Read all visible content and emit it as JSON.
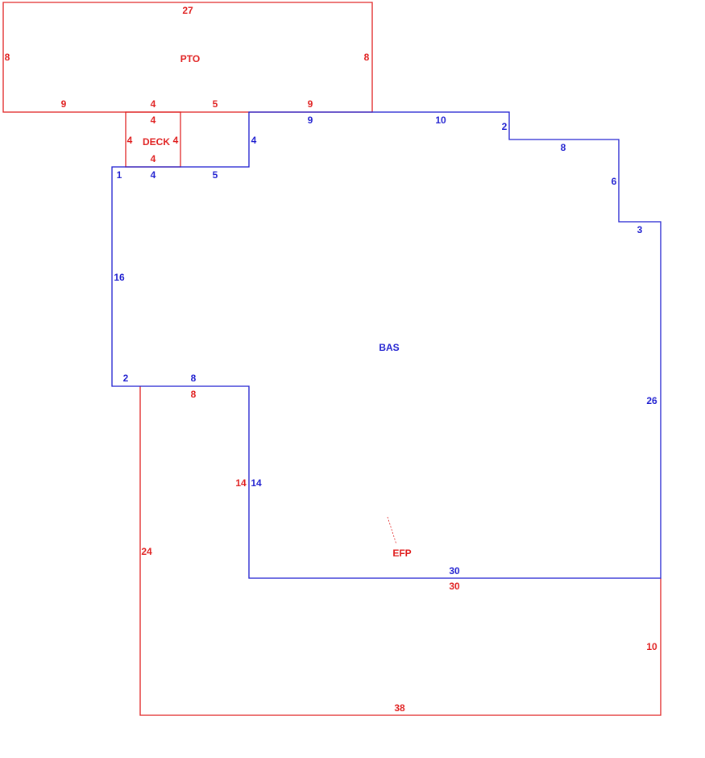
{
  "colors": {
    "red": "#e02020",
    "blue": "#1f1fd0"
  },
  "areas": {
    "pto": {
      "label": "PTO",
      "dims": {
        "top": "27",
        "left": "8",
        "right": "8",
        "bottom_left": "9",
        "bottom_mid": "4",
        "bottom_right_a": "5",
        "bottom_right_b": "9"
      }
    },
    "deck": {
      "label": "DECK",
      "dims": {
        "top": "4",
        "left": "4",
        "right": "4",
        "bottom": "4"
      }
    },
    "bas": {
      "label": "BAS",
      "dims": {
        "top_a": "9",
        "top_b": "10",
        "step_a": "2",
        "top_c": "8",
        "step_b": "6",
        "step_c": "3",
        "right": "26",
        "bottom": "30",
        "inner_vertical": "14",
        "inner_top": "8",
        "inner_step": "2",
        "left": "16",
        "top_left_a": "1",
        "top_left_b": "4",
        "top_left_c": "5",
        "notch": "4"
      }
    },
    "efp": {
      "label": "EFP",
      "dims": {
        "top": "8",
        "left_inner": "14",
        "left": "24",
        "top_right": "30",
        "right": "10",
        "bottom": "38"
      }
    }
  }
}
